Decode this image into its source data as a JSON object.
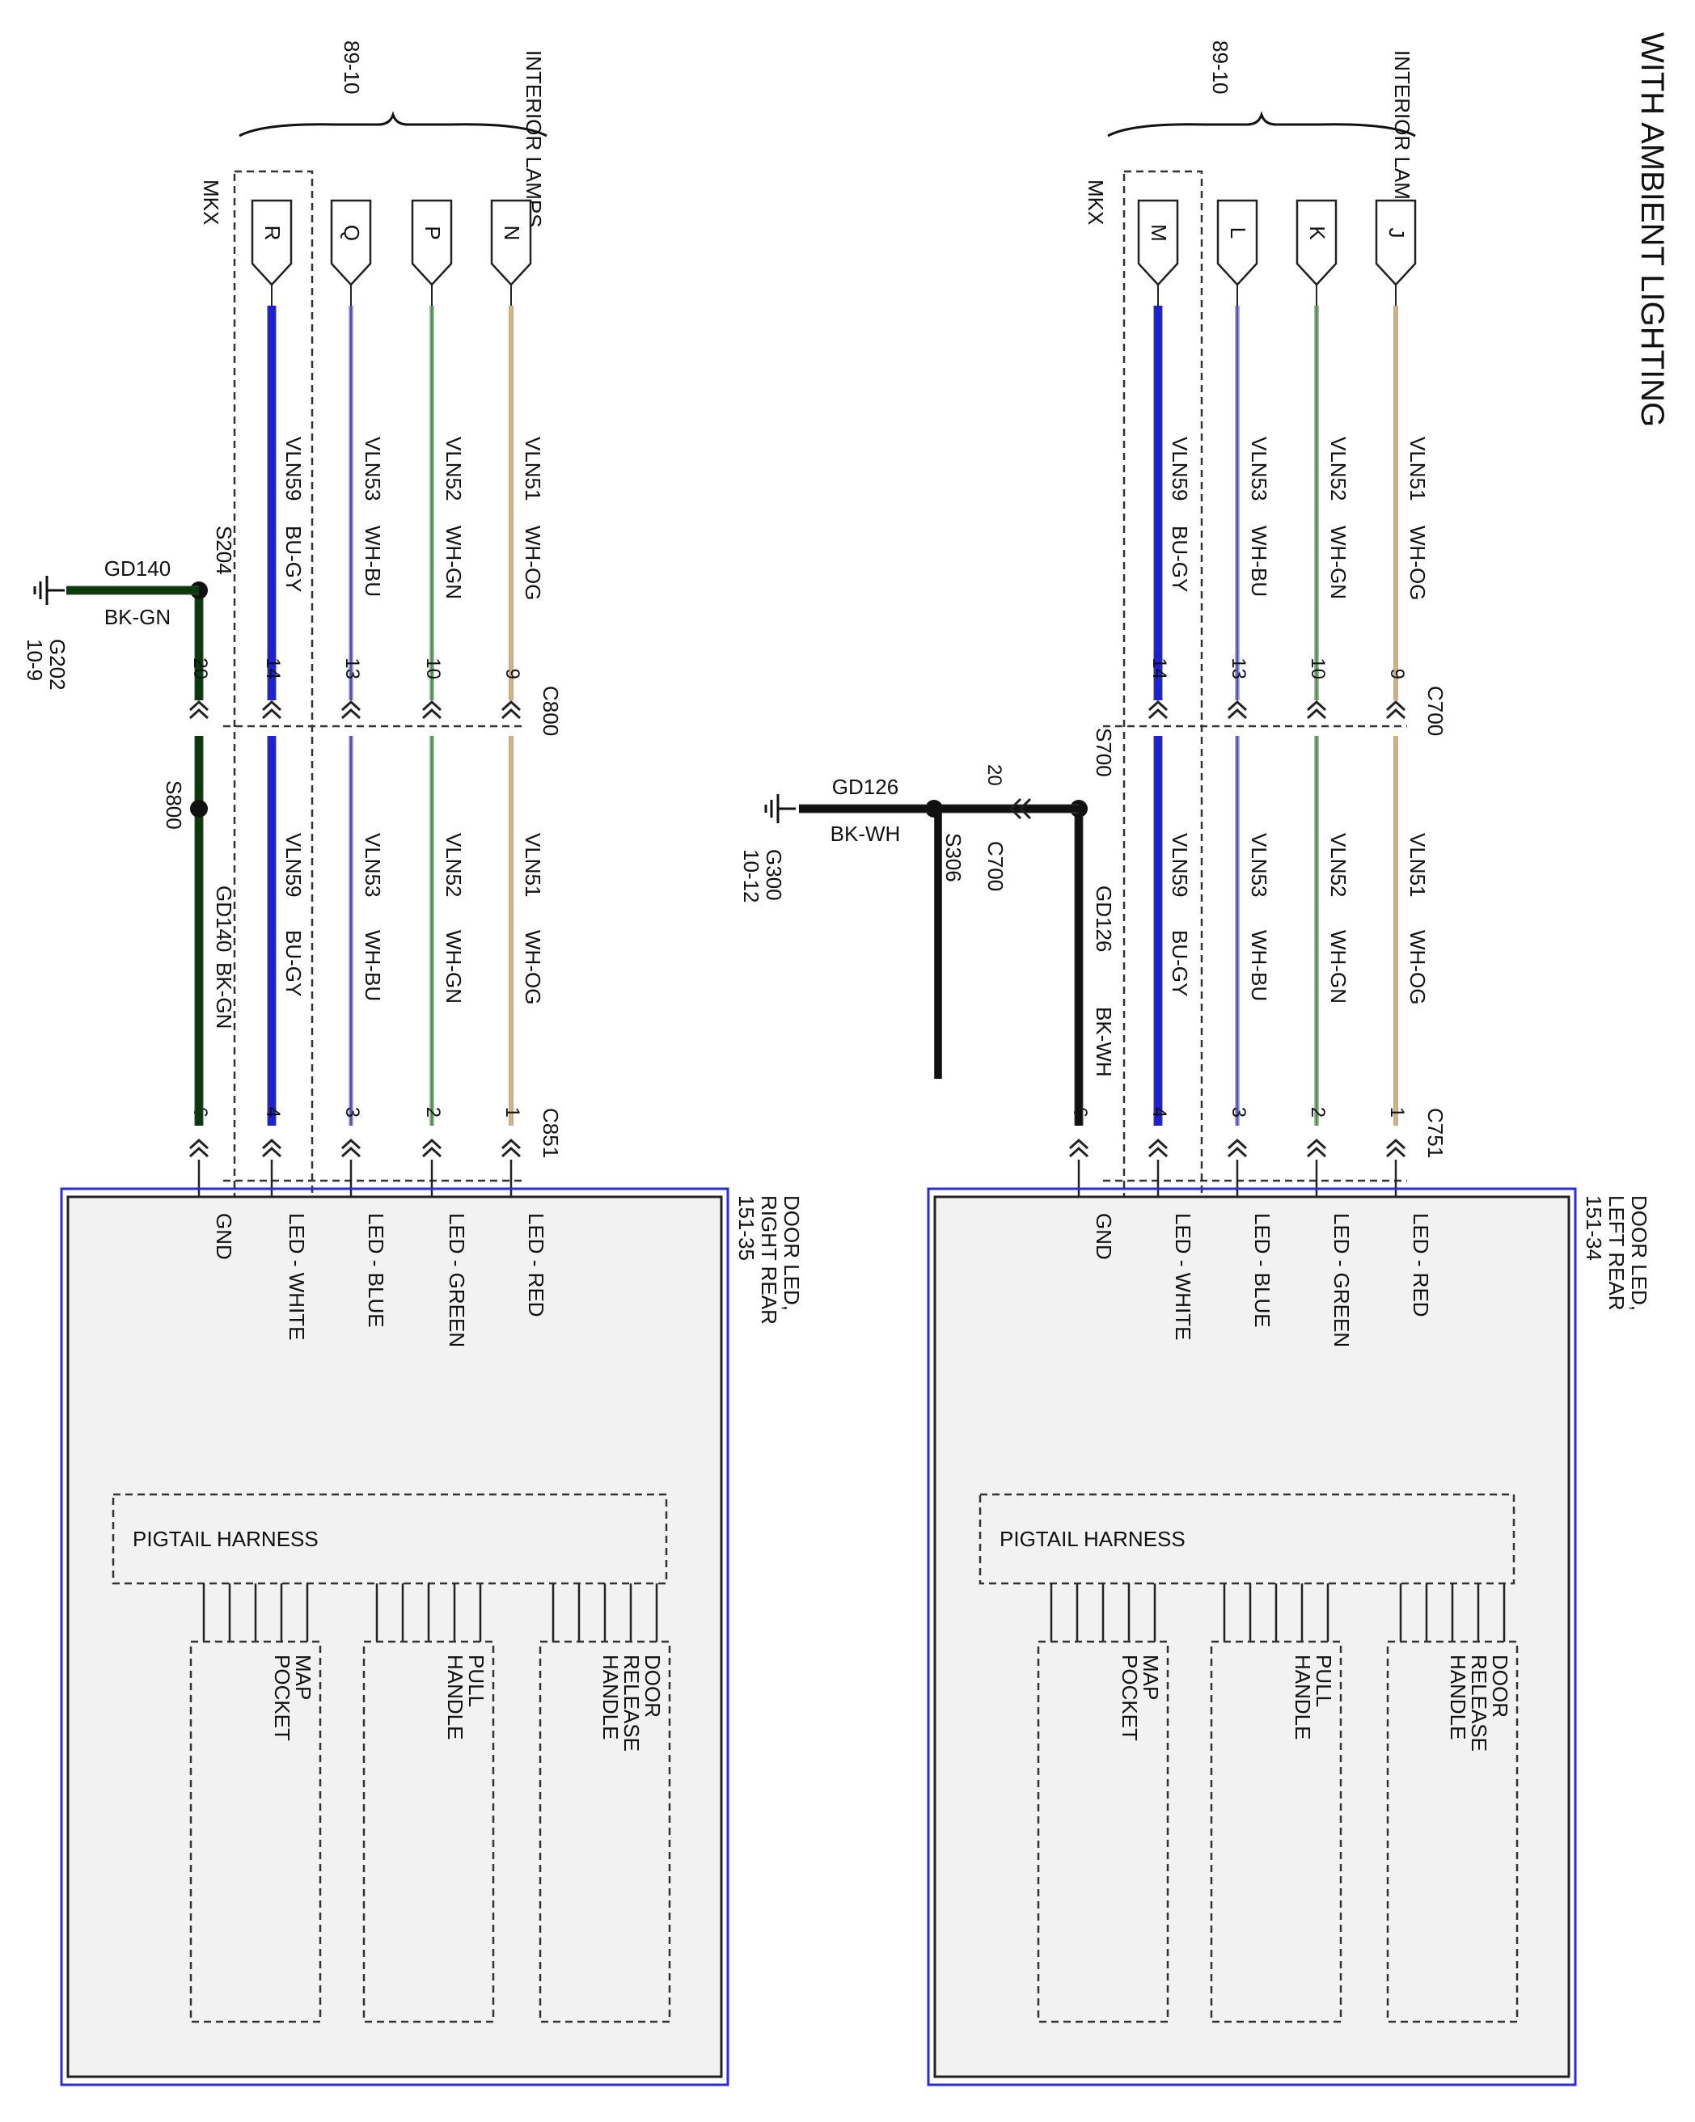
{
  "title": "WITH AMBIENT LIGHTING",
  "colors": {
    "wh_og": "#e8b25a",
    "wh_gn": "#3a9a3a",
    "wh_bu": "#4a4ad6",
    "bu_gy": "#1f1fd8",
    "bk_gn": "#0a3a0a",
    "bk_wh": "#111111",
    "module_border": "#2b2bd9",
    "module_fill": "#f2f2f2",
    "line": "#222222"
  },
  "panels": [
    {
      "id": "left-rear",
      "header_label": "INTERIOR LAMPS",
      "header_ref": "89-10",
      "mkx_label": "MKX",
      "connector_pins": [
        "J",
        "K",
        "L",
        "M"
      ],
      "inline_connector": "C700",
      "inline_pins": [
        "9",
        "10",
        "13",
        "14"
      ],
      "wires_upper": [
        {
          "circuit": "VLN51",
          "color": "WH-OG"
        },
        {
          "circuit": "VLN52",
          "color": "WH-GN"
        },
        {
          "circuit": "VLN53",
          "color": "WH-BU"
        },
        {
          "circuit": "VLN59",
          "color": "BU-GY"
        }
      ],
      "wires_lower": [
        {
          "circuit": "VLN51",
          "color": "WH-OG"
        },
        {
          "circuit": "VLN52",
          "color": "WH-GN"
        },
        {
          "circuit": "VLN53",
          "color": "WH-BU"
        },
        {
          "circuit": "VLN59",
          "color": "BU-GY"
        }
      ],
      "module_connector": "C751",
      "module_pins": [
        "1",
        "2",
        "3",
        "4",
        "6"
      ],
      "ground": {
        "splice": "S700",
        "pin": "20",
        "circuit": "GD126",
        "color": "BK-WH",
        "splice2": "S306",
        "connector": "C700",
        "ground_id": "G300",
        "ground_ref": "10-12"
      },
      "module_name": "DOOR LED, LEFT REAR",
      "module_ref": "151-34",
      "pin_labels": [
        "LED - RED",
        "LED - GREEN",
        "LED - BLUE",
        "LED - WHITE",
        "GND"
      ],
      "harness": "PIGTAIL HARNESS",
      "sub_boxes": [
        "DOOR RELEASE HANDLE",
        "PULL HANDLE",
        "MAP POCKET"
      ]
    },
    {
      "id": "right-rear",
      "header_label": "INTERIOR LAMPS",
      "header_ref": "89-10",
      "mkx_label": "MKX",
      "connector_pins": [
        "N",
        "P",
        "Q",
        "R"
      ],
      "inline_connector": "C800",
      "inline_pins": [
        "9",
        "10",
        "13",
        "14",
        "20"
      ],
      "wires_upper": [
        {
          "circuit": "VLN51",
          "color": "WH-OG"
        },
        {
          "circuit": "VLN52",
          "color": "WH-GN"
        },
        {
          "circuit": "VLN53",
          "color": "WH-BU"
        },
        {
          "circuit": "VLN59",
          "color": "BU-GY"
        }
      ],
      "wires_lower": [
        {
          "circuit": "VLN51",
          "color": "WH-OG"
        },
        {
          "circuit": "VLN52",
          "color": "WH-GN"
        },
        {
          "circuit": "VLN53",
          "color": "WH-BU"
        },
        {
          "circuit": "VLN59",
          "color": "BU-GY"
        }
      ],
      "module_connector": "C851",
      "module_pins": [
        "1",
        "2",
        "3",
        "4",
        "6"
      ],
      "ground": {
        "splice": "S204",
        "circuit": "GD140",
        "color": "BK-GN",
        "ground_id": "G202",
        "ground_ref": "10-9",
        "splice2": "S800",
        "lower_circuit": "GD140",
        "lower_color": "BK-GN"
      },
      "module_name": "DOOR LED, RIGHT REAR",
      "module_ref": "151-35",
      "pin_labels": [
        "LED - RED",
        "LED - GREEN",
        "LED - BLUE",
        "LED - WHITE",
        "GND"
      ],
      "harness": "PIGTAIL HARNESS",
      "sub_boxes": [
        "DOOR RELEASE HANDLE",
        "PULL HANDLE",
        "MAP POCKET"
      ]
    }
  ]
}
